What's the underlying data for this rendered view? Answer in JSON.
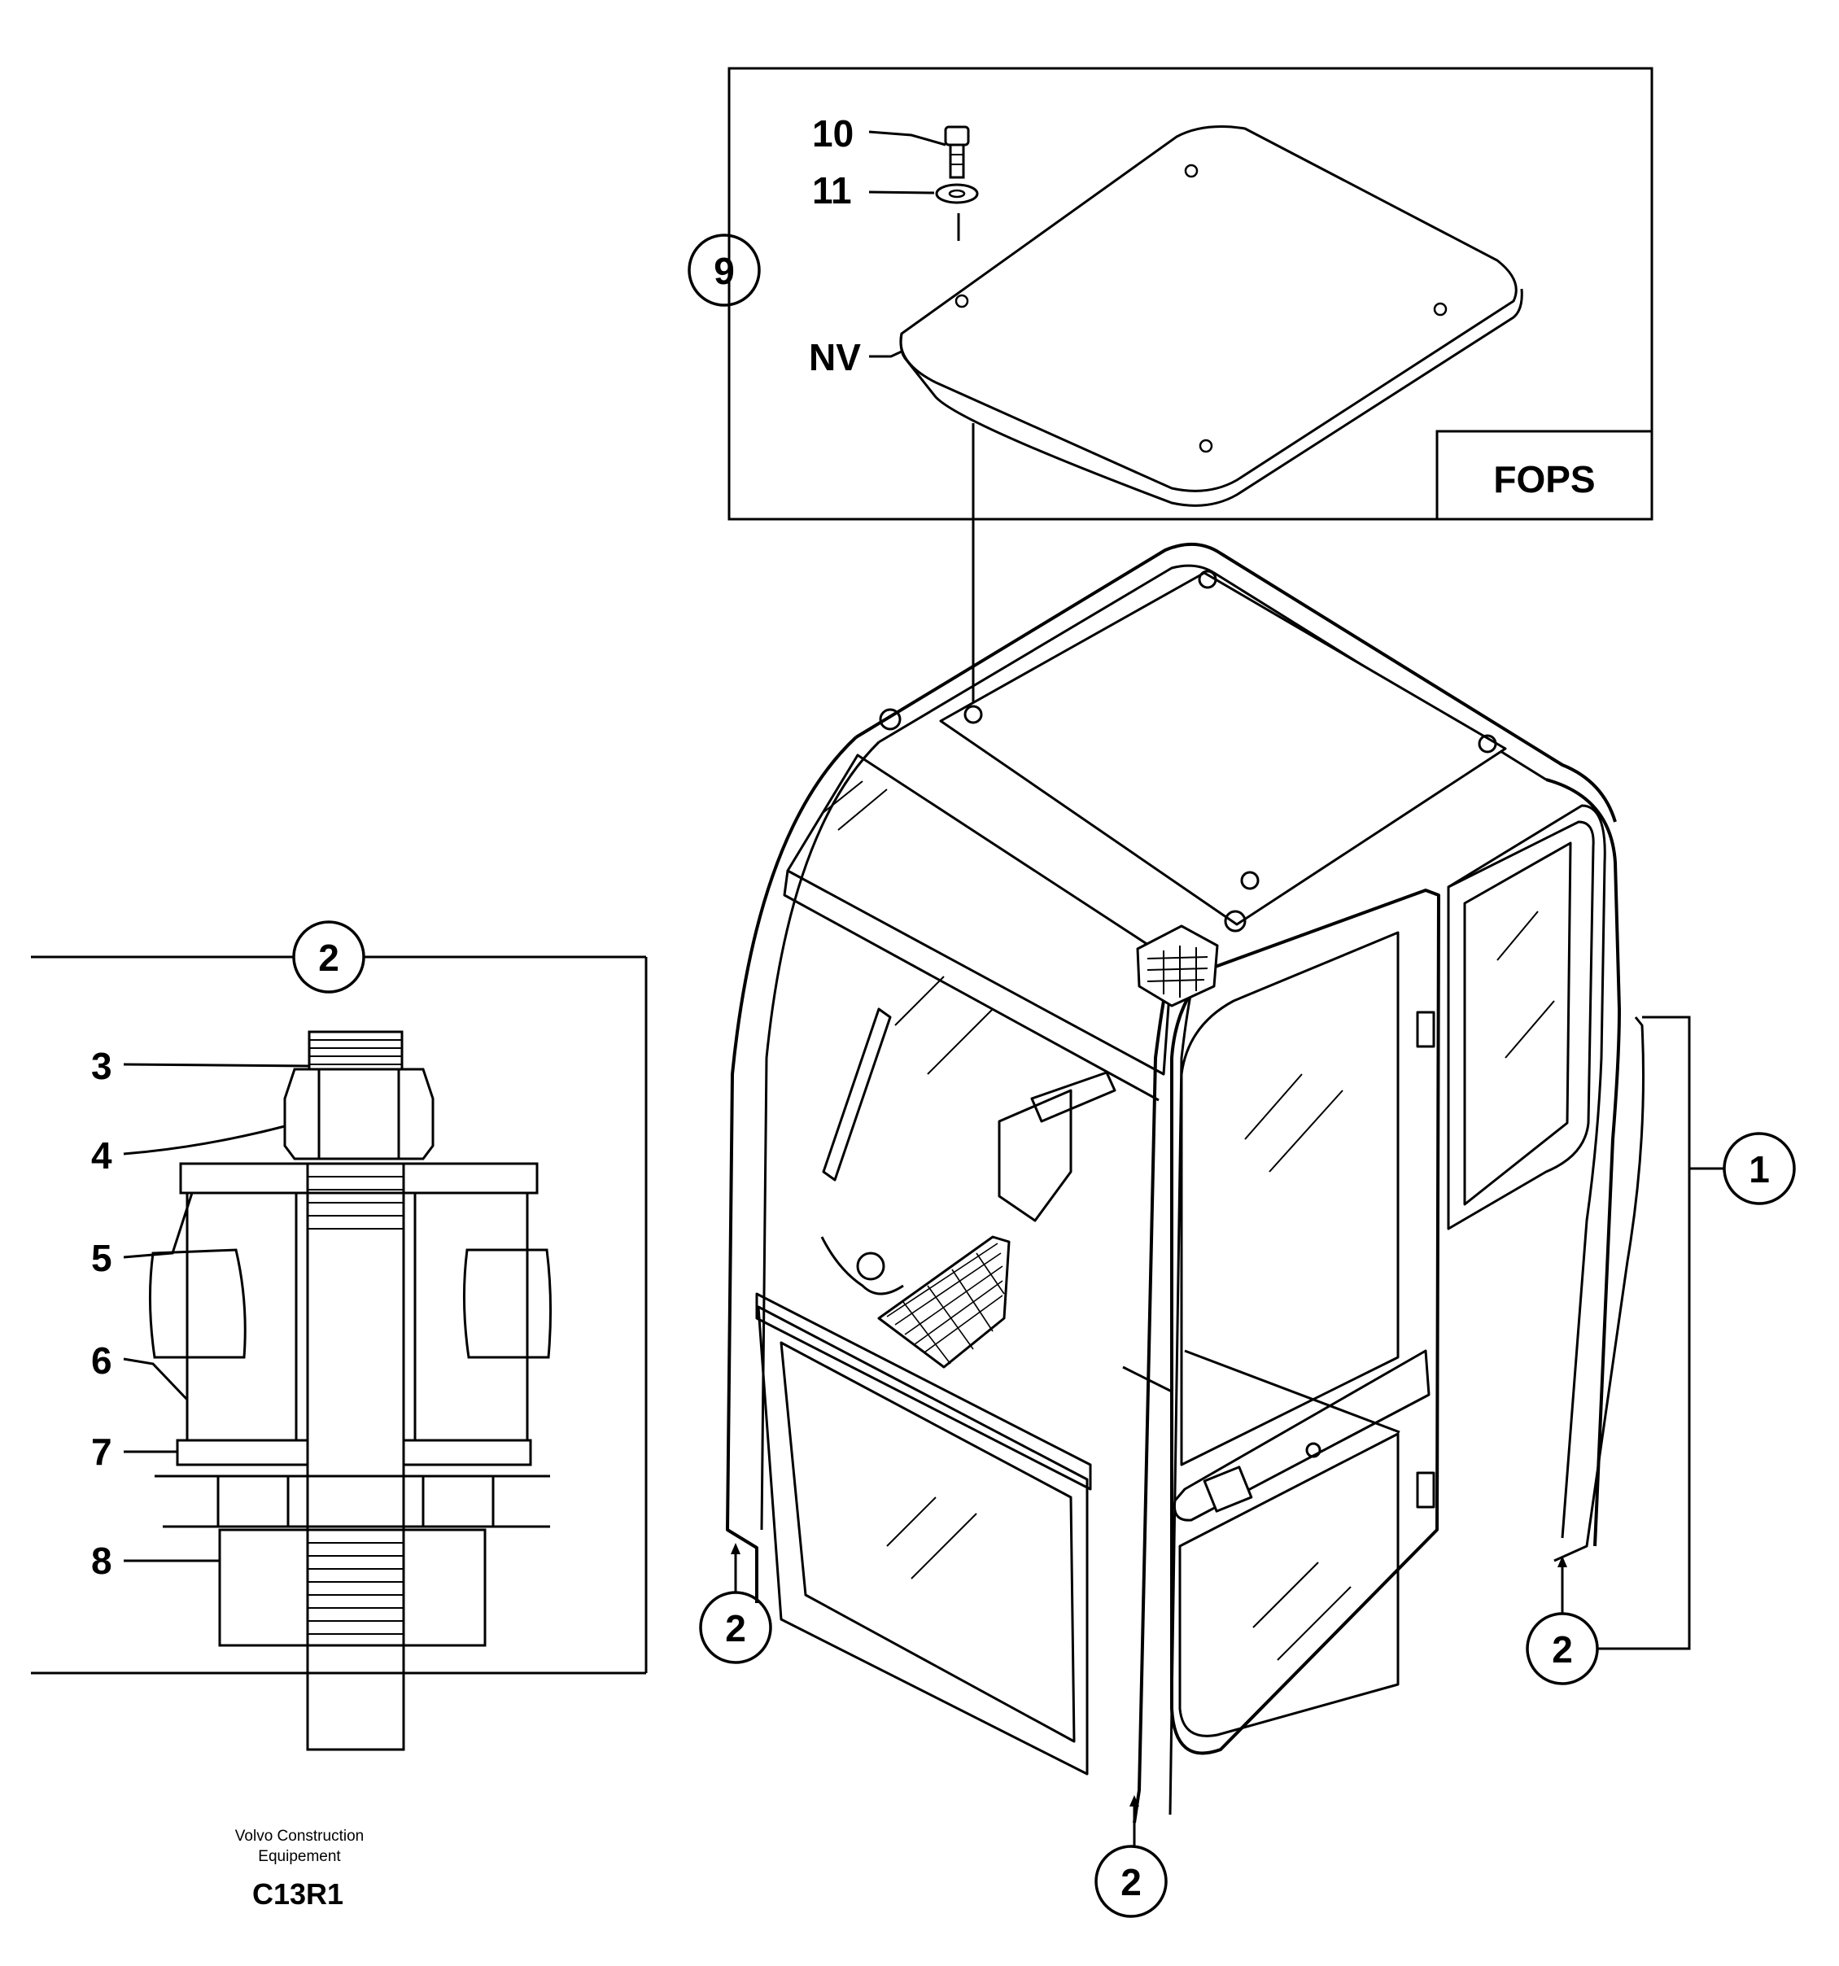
{
  "fops_inset": {
    "box_label": "FOPS",
    "callouts": [
      "10",
      "11",
      "NV"
    ],
    "circle_callout": "9"
  },
  "mount_detail": {
    "circle_callout": "2",
    "callouts": [
      "3",
      "4",
      "5",
      "6",
      "7",
      "8"
    ]
  },
  "cab": {
    "circle_callouts": [
      "1",
      "2",
      "2",
      "2"
    ]
  },
  "footer": {
    "company_line1": "Volvo Construction",
    "company_line2": "Equipement",
    "code": "C13R1"
  }
}
